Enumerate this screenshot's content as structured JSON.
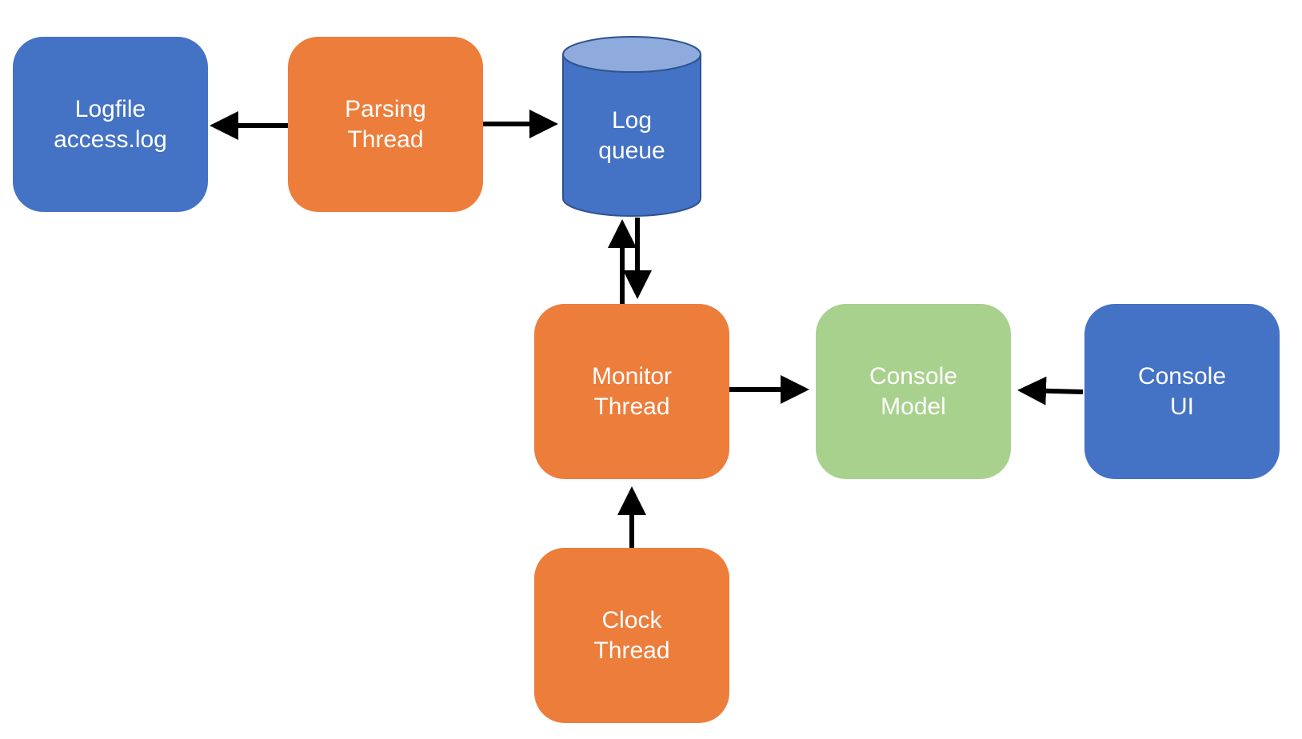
{
  "nodes": {
    "logfile": {
      "line1": "Logfile",
      "line2": "access.log"
    },
    "parsing": {
      "line1": "Parsing",
      "line2": "Thread"
    },
    "queue": {
      "line1": "Log",
      "line2": "queue"
    },
    "monitor": {
      "line1": "Monitor",
      "line2": "Thread"
    },
    "model": {
      "line1": "Console",
      "line2": "Model"
    },
    "ui": {
      "line1": "Console",
      "line2": "UI"
    },
    "clock": {
      "line1": "Clock",
      "line2": "Thread"
    }
  },
  "colors": {
    "blue": "#4472c4",
    "orange": "#ed7d3b",
    "green": "#a9d18e",
    "queue_top": "#8faadc",
    "arrow": "#000000"
  },
  "edges": [
    {
      "from": "parsing",
      "to": "logfile"
    },
    {
      "from": "parsing",
      "to": "queue"
    },
    {
      "from": "monitor",
      "to": "queue"
    },
    {
      "from": "queue",
      "to": "monitor"
    },
    {
      "from": "monitor",
      "to": "model"
    },
    {
      "from": "ui",
      "to": "model"
    },
    {
      "from": "clock",
      "to": "monitor"
    }
  ]
}
